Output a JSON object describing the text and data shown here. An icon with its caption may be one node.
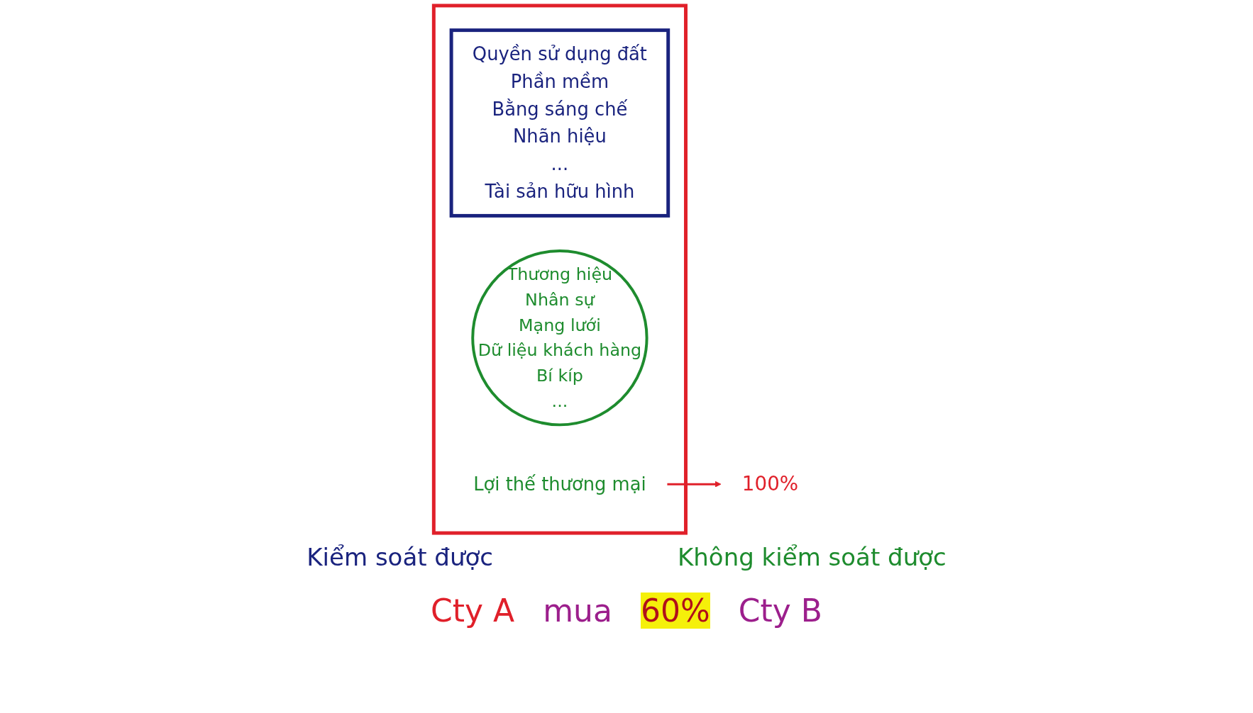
{
  "diagram": {
    "nodes": [
      {
        "text": [],
        "shape": "box"
      },
      {
        "text": [
          "Quyền sử dụng đất",
          "Phần mềm",
          "Bằng sáng chế",
          "Nhãn hiệu",
          "...",
          "Tài sản hữu hình"
        ],
        "in": 0
      },
      {
        "text": [
          "Thương hiệu",
          "Nhân sự",
          "Mạng lưới",
          "Dữ liệu khách hàng",
          "Bí kíp",
          "..."
        ],
        "in": 0
      },
      {
        "text": [
          "Lợi thế thương mại"
        ],
        "in": 0
      },
      {
        "text": [
          "100%"
        ]
      }
    ],
    "edges": [
      {
        "from": 3,
        "to": 4,
        "arrow": "to",
        "color": "#e0202a"
      }
    ],
    "labels": [
      "Kiểm soát được",
      "Không kiểm soát được",
      "Cty A",
      "mua",
      "60%",
      "Cty B"
    ]
  }
}
